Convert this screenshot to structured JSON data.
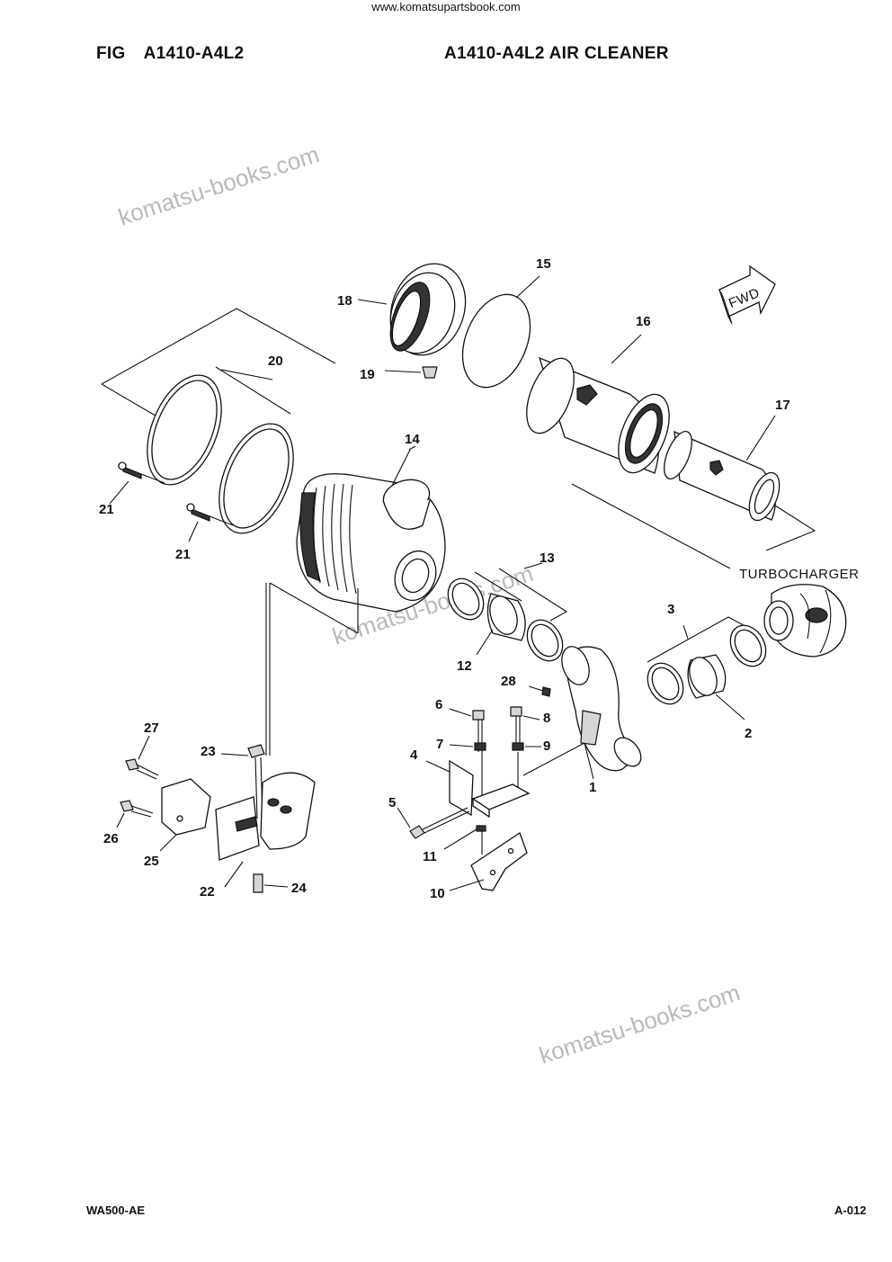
{
  "header": {
    "site_url": "www.komatsupartsbook.com",
    "fig_label": "FIG",
    "fig_code": "A1410-A4L2",
    "title": "A1410-A4L2 AIR CLEANER"
  },
  "footer": {
    "model": "WA500-AE",
    "page": "A-012"
  },
  "watermark": {
    "text": "komatsu-books.com"
  },
  "diagram": {
    "fwd_label": "FWD",
    "turbocharger_label": "TURBOCHARGER",
    "callouts": [
      "1",
      "2",
      "3",
      "4",
      "5",
      "6",
      "7",
      "8",
      "9",
      "10",
      "11",
      "12",
      "13",
      "14",
      "15",
      "16",
      "17",
      "18",
      "19",
      "20",
      "21",
      "21",
      "22",
      "23",
      "24",
      "25",
      "26",
      "27",
      "28"
    ]
  }
}
